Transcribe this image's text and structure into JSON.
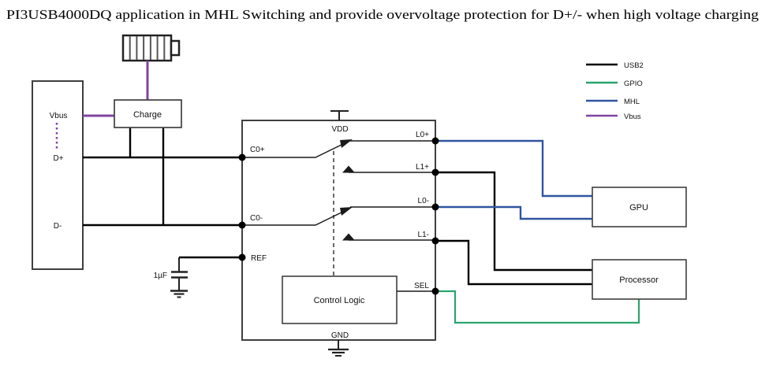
{
  "title": "PI3USB4000DQ application in MHL Switching and provide overvoltage protection for D+/- when high voltage charging",
  "colors": {
    "usb2": "#000000",
    "gpio": "#2ba46e",
    "mhl": "#2f55a0",
    "vbus": "#8045a0",
    "box_border": "#3f3f3f",
    "wire": "#000000"
  },
  "legend": {
    "items": [
      {
        "label": "USB2",
        "color": "usb2"
      },
      {
        "label": "GPIO",
        "color": "gpio"
      },
      {
        "label": "MHL",
        "color": "mhl"
      },
      {
        "label": "Vbus",
        "color": "vbus"
      }
    ]
  },
  "diagram": {
    "source_device": {
      "pins": {
        "vbus": "Vbus",
        "dplus": "D+",
        "dminus": "D-"
      }
    },
    "charge_block": {
      "label": "Charge"
    },
    "battery_icon": "battery-icon",
    "capacitor": {
      "value": "1µF"
    },
    "switch_ic": {
      "pins": {
        "c0p": "C0+",
        "c0m": "C0-",
        "ref": "REF",
        "vdd": "VDD",
        "gnd": "GND",
        "sel": "SEL",
        "l0p": "L0+",
        "l1p": "L1+",
        "l0m": "L0-",
        "l1m": "L1-"
      },
      "control_logic": "Control Logic"
    },
    "gpu_block": {
      "label": "GPU"
    },
    "processor_block": {
      "label": "Processor"
    }
  }
}
